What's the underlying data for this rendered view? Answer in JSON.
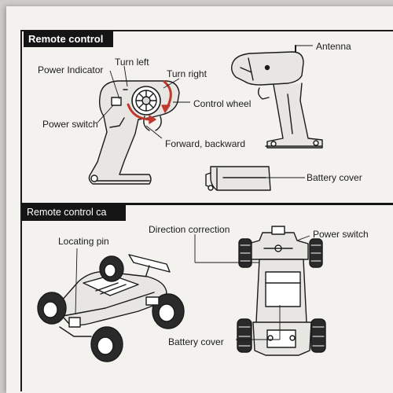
{
  "remote": {
    "title": "Remote control",
    "labels": {
      "power_indicator": "Power Indicator",
      "turn_left": "Turn left",
      "turn_right": "Turn right",
      "antenna": "Antenna",
      "control_wheel": "Control wheel",
      "power_switch": "Power switch",
      "forward_backward": "Forward, backward",
      "battery_cover": "Battery cover"
    }
  },
  "car": {
    "title": "Remote control ca",
    "labels": {
      "direction_correction": "Direction correction",
      "power_switch": "Power switch",
      "locating_pin": "Locating pin",
      "battery_cover": "Battery cover"
    }
  },
  "colors": {
    "ink": "#1a1a1a",
    "arrow_red": "#c0392b",
    "paper": "#f3f2ef"
  }
}
